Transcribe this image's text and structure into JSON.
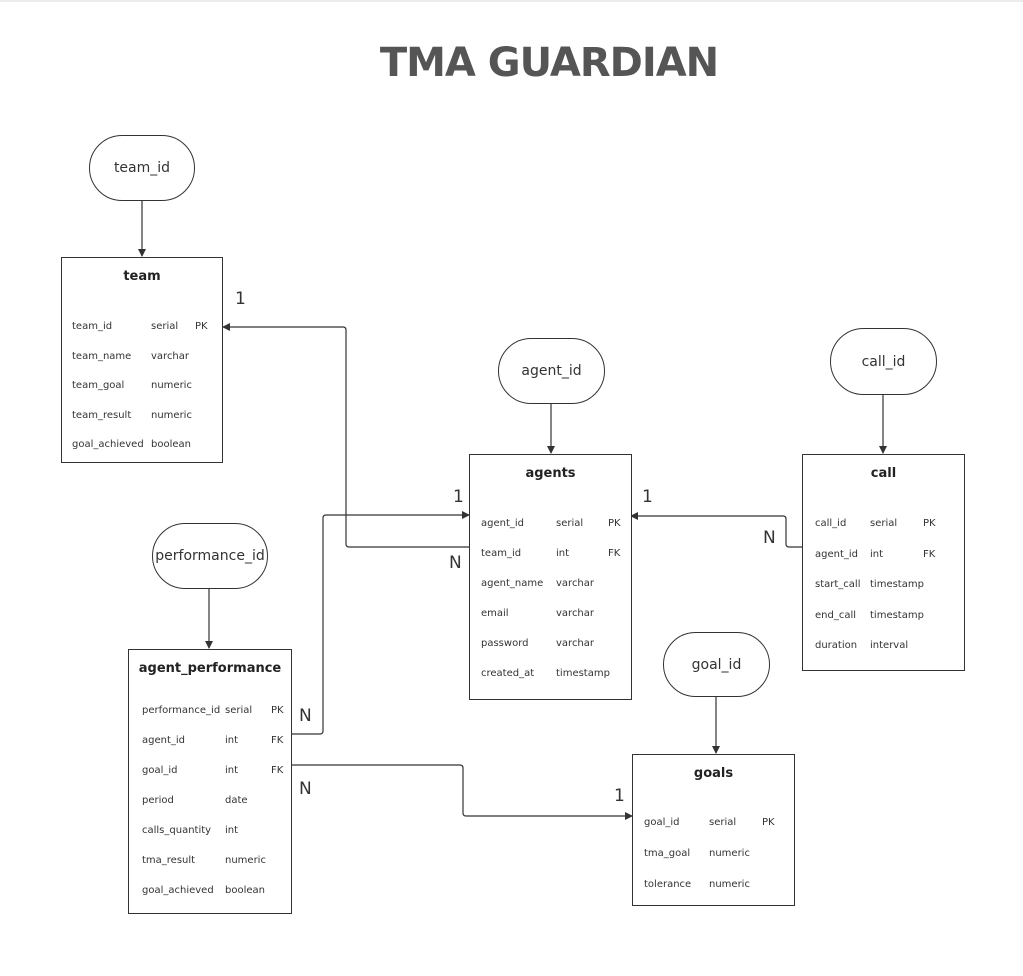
{
  "title": "TMA GUARDIAN",
  "id_nodes": {
    "team": "team_id",
    "agents": "agent_id",
    "call": "call_id",
    "performance": "performance_id",
    "goals": "goal_id"
  },
  "entities": {
    "team": {
      "name": "team",
      "fields": [
        {
          "name": "team_id",
          "type": "serial",
          "key": "PK"
        },
        {
          "name": "team_name",
          "type": "varchar",
          "key": ""
        },
        {
          "name": "team_goal",
          "type": "numeric",
          "key": ""
        },
        {
          "name": "team_result",
          "type": "numeric",
          "key": ""
        },
        {
          "name": "goal_achieved",
          "type": "boolean",
          "key": ""
        }
      ]
    },
    "agents": {
      "name": "agents",
      "fields": [
        {
          "name": "agent_id",
          "type": "serial",
          "key": "PK"
        },
        {
          "name": "team_id",
          "type": "int",
          "key": "FK"
        },
        {
          "name": "agent_name",
          "type": "varchar",
          "key": ""
        },
        {
          "name": "email",
          "type": "varchar",
          "key": ""
        },
        {
          "name": "password",
          "type": "varchar",
          "key": ""
        },
        {
          "name": "created_at",
          "type": "timestamp",
          "key": ""
        }
      ]
    },
    "call": {
      "name": "call",
      "fields": [
        {
          "name": "call_id",
          "type": "serial",
          "key": "PK"
        },
        {
          "name": "agent_id",
          "type": "int",
          "key": "FK"
        },
        {
          "name": "start_call",
          "type": "timestamp",
          "key": ""
        },
        {
          "name": "end_call",
          "type": "timestamp",
          "key": ""
        },
        {
          "name": "duration",
          "type": "interval",
          "key": ""
        }
      ]
    },
    "agent_performance": {
      "name": "agent_performance",
      "fields": [
        {
          "name": "performance_id",
          "type": "serial",
          "key": "PK"
        },
        {
          "name": "agent_id",
          "type": "int",
          "key": "FK"
        },
        {
          "name": "goal_id",
          "type": "int",
          "key": "FK"
        },
        {
          "name": "period",
          "type": "date",
          "key": ""
        },
        {
          "name": "calls_quantity",
          "type": "int",
          "key": ""
        },
        {
          "name": "tma_result",
          "type": "numeric",
          "key": ""
        },
        {
          "name": "goal_achieved",
          "type": "boolean",
          "key": ""
        }
      ]
    },
    "goals": {
      "name": "goals",
      "fields": [
        {
          "name": "goal_id",
          "type": "serial",
          "key": "PK"
        },
        {
          "name": "tma_goal",
          "type": "numeric",
          "key": ""
        },
        {
          "name": "tolerance",
          "type": "numeric",
          "key": ""
        }
      ]
    }
  },
  "cardinalities": {
    "team_one": "1",
    "agents_team_many": "N",
    "agents_perf_one": "1",
    "agents_call_one": "1",
    "call_many": "N",
    "perf_agent_many": "N",
    "perf_goal_many": "N",
    "goals_one": "1"
  },
  "colors": {
    "line": "#333333",
    "title": "#555555",
    "background": "#ffffff"
  }
}
